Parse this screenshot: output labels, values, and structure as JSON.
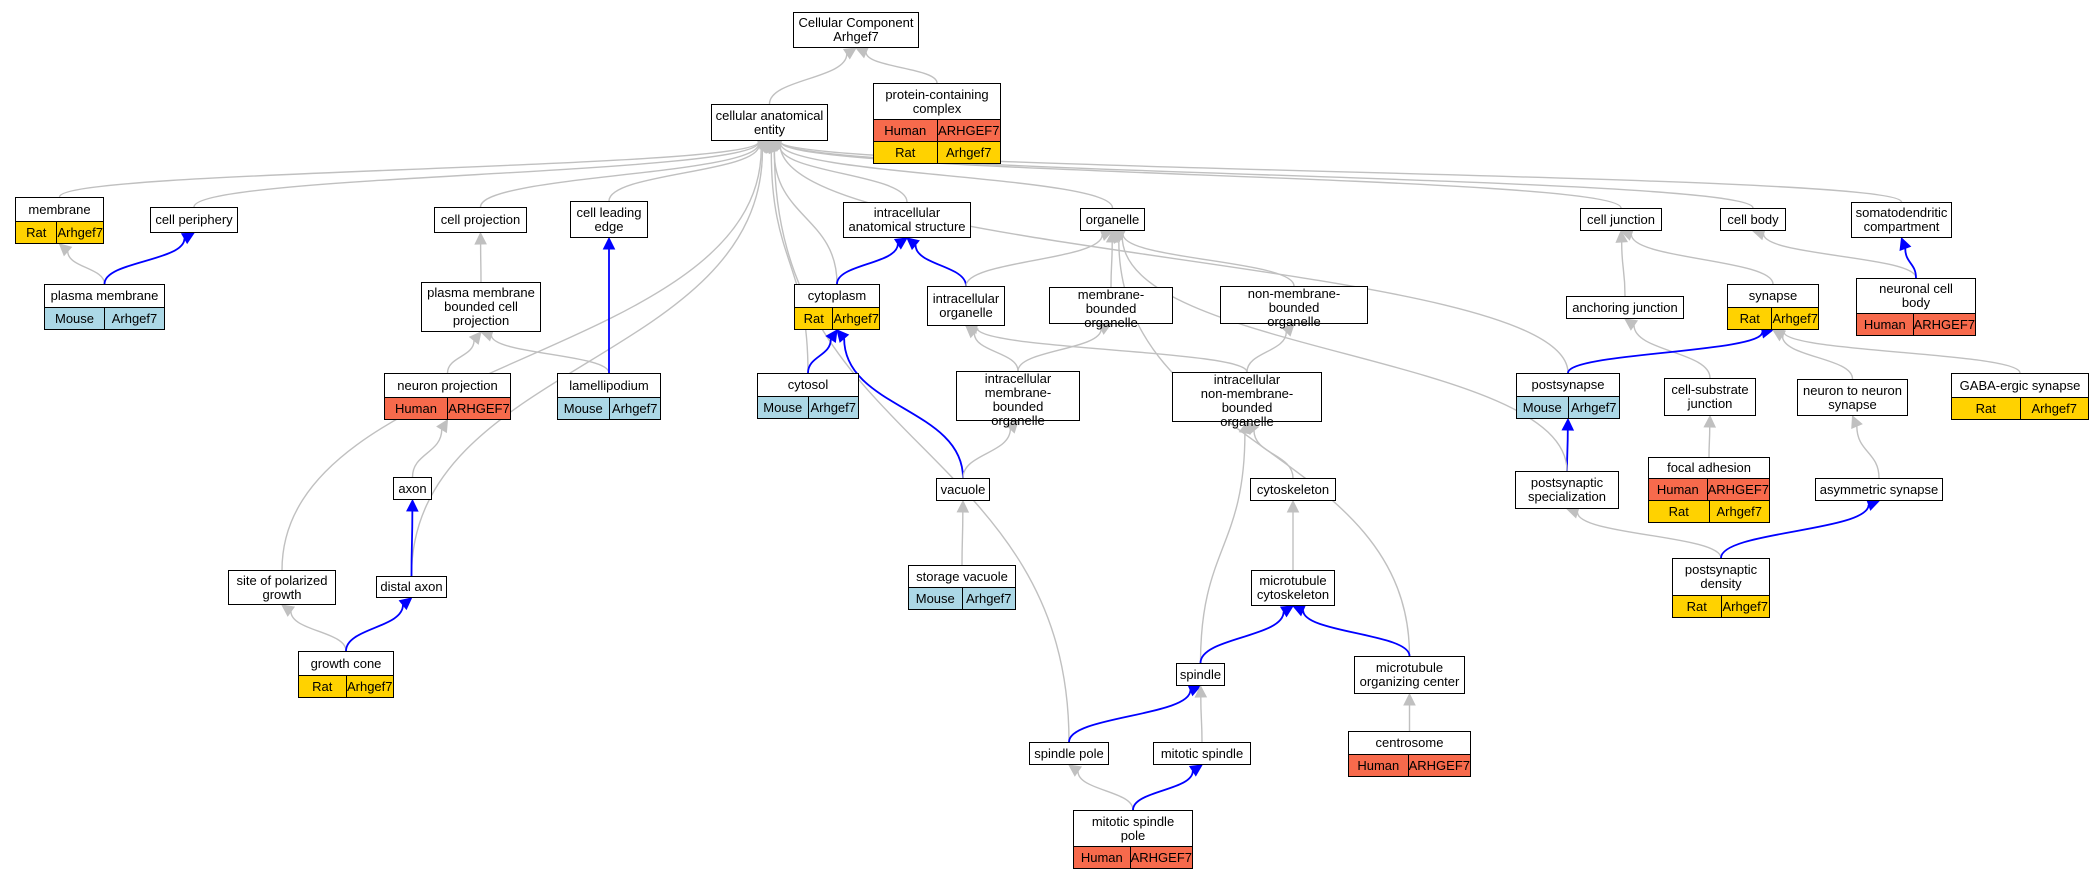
{
  "colors": {
    "is_a_edge": "#c0c0c0",
    "part_of_edge": "#0000ff",
    "Human": "#f76a4c",
    "Rat": "#ffd200",
    "Mouse": "#acd8e6"
  },
  "nodes": [
    {
      "id": "cellular_component",
      "label": "Cellular Component\nArhgef7",
      "rows": []
    },
    {
      "id": "protein_containing_complex",
      "label": "protein-containing\ncomplex",
      "rows": [
        {
          "species": "Human",
          "gene": "ARHGEF7"
        },
        {
          "species": "Rat",
          "gene": "Arhgef7"
        }
      ]
    },
    {
      "id": "cellular_anatomical_entity",
      "label": "cellular anatomical\nentity",
      "rows": []
    },
    {
      "id": "membrane",
      "label": "membrane",
      "rows": [
        {
          "species": "Rat",
          "gene": "Arhgef7"
        }
      ]
    },
    {
      "id": "cell_periphery",
      "label": "cell periphery",
      "rows": []
    },
    {
      "id": "plasma_membrane",
      "label": "plasma membrane",
      "rows": [
        {
          "species": "Mouse",
          "gene": "Arhgef7"
        }
      ]
    },
    {
      "id": "cell_projection",
      "label": "cell projection",
      "rows": []
    },
    {
      "id": "pm_bounded_cell_projection",
      "label": "plasma membrane\nbounded cell\nprojection",
      "rows": []
    },
    {
      "id": "neuron_projection",
      "label": "neuron projection",
      "rows": [
        {
          "species": "Human",
          "gene": "ARHGEF7"
        }
      ]
    },
    {
      "id": "cell_leading_edge",
      "label": "cell leading\nedge",
      "rows": []
    },
    {
      "id": "lamellipodium",
      "label": "lamellipodium",
      "rows": [
        {
          "species": "Mouse",
          "gene": "Arhgef7"
        }
      ]
    },
    {
      "id": "axon",
      "label": "axon",
      "rows": []
    },
    {
      "id": "distal_axon",
      "label": "distal axon",
      "rows": []
    },
    {
      "id": "site_polarized_growth",
      "label": "site of polarized\ngrowth",
      "rows": []
    },
    {
      "id": "growth_cone",
      "label": "growth cone",
      "rows": [
        {
          "species": "Rat",
          "gene": "Arhgef7"
        }
      ]
    },
    {
      "id": "intracellular_anatomical_structure",
      "label": "intracellular\nanatomical structure",
      "rows": []
    },
    {
      "id": "cytoplasm",
      "label": "cytoplasm",
      "rows": [
        {
          "species": "Rat",
          "gene": "Arhgef7"
        }
      ]
    },
    {
      "id": "cytosol",
      "label": "cytosol",
      "rows": [
        {
          "species": "Mouse",
          "gene": "Arhgef7"
        }
      ]
    },
    {
      "id": "organelle",
      "label": "organelle",
      "rows": []
    },
    {
      "id": "intracellular_organelle",
      "label": "intracellular\norganelle",
      "rows": []
    },
    {
      "id": "membrane_bounded_organelle",
      "label": "membrane-bounded\norganelle",
      "rows": []
    },
    {
      "id": "non_membrane_bounded_organelle",
      "label": "non-membrane-bounded\norganelle",
      "rows": []
    },
    {
      "id": "intracellular_mb_organelle",
      "label": "intracellular\nmembrane-bounded\norganelle",
      "rows": []
    },
    {
      "id": "intracellular_nmb_organelle",
      "label": "intracellular\nnon-membrane-bounded\norganelle",
      "rows": []
    },
    {
      "id": "vacuole",
      "label": "vacuole",
      "rows": []
    },
    {
      "id": "storage_vacuole",
      "label": "storage vacuole",
      "rows": [
        {
          "species": "Mouse",
          "gene": "Arhgef7"
        }
      ]
    },
    {
      "id": "cytoskeleton",
      "label": "cytoskeleton",
      "rows": []
    },
    {
      "id": "microtubule_cytoskeleton",
      "label": "microtubule\ncytoskeleton",
      "rows": []
    },
    {
      "id": "spindle",
      "label": "spindle",
      "rows": []
    },
    {
      "id": "mtoc",
      "label": "microtubule\norganizing center",
      "rows": []
    },
    {
      "id": "centrosome",
      "label": "centrosome",
      "rows": [
        {
          "species": "Human",
          "gene": "ARHGEF7"
        }
      ]
    },
    {
      "id": "spindle_pole",
      "label": "spindle pole",
      "rows": []
    },
    {
      "id": "mitotic_spindle",
      "label": "mitotic spindle",
      "rows": []
    },
    {
      "id": "mitotic_spindle_pole",
      "label": "mitotic spindle\npole",
      "rows": [
        {
          "species": "Human",
          "gene": "ARHGEF7"
        }
      ]
    },
    {
      "id": "cell_junction",
      "label": "cell junction",
      "rows": []
    },
    {
      "id": "anchoring_junction",
      "label": "anchoring junction",
      "rows": []
    },
    {
      "id": "cell_substrate_junction",
      "label": "cell-substrate\njunction",
      "rows": []
    },
    {
      "id": "focal_adhesion",
      "label": "focal adhesion",
      "rows": [
        {
          "species": "Human",
          "gene": "ARHGEF7"
        },
        {
          "species": "Rat",
          "gene": "Arhgef7"
        }
      ]
    },
    {
      "id": "cell_body",
      "label": "cell body",
      "rows": []
    },
    {
      "id": "somatodendritic_compartment",
      "label": "somatodendritic\ncompartment",
      "rows": []
    },
    {
      "id": "neuronal_cell_body",
      "label": "neuronal cell\nbody",
      "rows": [
        {
          "species": "Human",
          "gene": "ARHGEF7"
        }
      ]
    },
    {
      "id": "synapse",
      "label": "synapse",
      "rows": [
        {
          "species": "Rat",
          "gene": "Arhgef7"
        }
      ]
    },
    {
      "id": "postsynapse",
      "label": "postsynapse",
      "rows": [
        {
          "species": "Mouse",
          "gene": "Arhgef7"
        }
      ]
    },
    {
      "id": "postsynaptic_specialization",
      "label": "postsynaptic\nspecialization",
      "rows": []
    },
    {
      "id": "neuron_to_neuron_synapse",
      "label": "neuron to neuron\nsynapse",
      "rows": []
    },
    {
      "id": "asymmetric_synapse",
      "label": "asymmetric synapse",
      "rows": []
    },
    {
      "id": "postsynaptic_density",
      "label": "postsynaptic\ndensity",
      "rows": [
        {
          "species": "Rat",
          "gene": "Arhgef7"
        }
      ]
    },
    {
      "id": "gaba_ergic_synapse",
      "label": "GABA-ergic synapse",
      "rows": [
        {
          "species": "Rat",
          "gene": "Arhgef7"
        }
      ]
    }
  ],
  "edges": [
    {
      "from": "cellular_anatomical_entity",
      "to": "cellular_component",
      "type": "is_a"
    },
    {
      "from": "protein_containing_complex",
      "to": "cellular_component",
      "type": "is_a"
    },
    {
      "from": "membrane",
      "to": "cellular_anatomical_entity",
      "type": "is_a"
    },
    {
      "from": "cell_periphery",
      "to": "cellular_anatomical_entity",
      "type": "is_a"
    },
    {
      "from": "cell_projection",
      "to": "cellular_anatomical_entity",
      "type": "is_a"
    },
    {
      "from": "cell_leading_edge",
      "to": "cellular_anatomical_entity",
      "type": "is_a"
    },
    {
      "from": "intracellular_anatomical_structure",
      "to": "cellular_anatomical_entity",
      "type": "is_a"
    },
    {
      "from": "organelle",
      "to": "cellular_anatomical_entity",
      "type": "is_a"
    },
    {
      "from": "cell_junction",
      "to": "cellular_anatomical_entity",
      "type": "is_a"
    },
    {
      "from": "cell_body",
      "to": "cellular_anatomical_entity",
      "type": "is_a"
    },
    {
      "from": "somatodendritic_compartment",
      "to": "cellular_anatomical_entity",
      "type": "is_a"
    },
    {
      "from": "cytoplasm",
      "to": "cellular_anatomical_entity",
      "type": "is_a"
    },
    {
      "from": "cytosol",
      "to": "cellular_anatomical_entity",
      "type": "is_a"
    },
    {
      "from": "site_polarized_growth",
      "to": "cellular_anatomical_entity",
      "type": "is_a"
    },
    {
      "from": "distal_axon",
      "to": "cellular_anatomical_entity",
      "type": "is_a"
    },
    {
      "from": "postsynapse",
      "to": "cellular_anatomical_entity",
      "type": "is_a"
    },
    {
      "from": "spindle_pole",
      "to": "cellular_anatomical_entity",
      "type": "is_a"
    },
    {
      "from": "plasma_membrane",
      "to": "membrane",
      "type": "is_a"
    },
    {
      "from": "plasma_membrane",
      "to": "cell_periphery",
      "type": "part_of"
    },
    {
      "from": "pm_bounded_cell_projection",
      "to": "cell_projection",
      "type": "is_a"
    },
    {
      "from": "neuron_projection",
      "to": "pm_bounded_cell_projection",
      "type": "is_a"
    },
    {
      "from": "lamellipodium",
      "to": "pm_bounded_cell_projection",
      "type": "is_a"
    },
    {
      "from": "lamellipodium",
      "to": "cell_leading_edge",
      "type": "part_of"
    },
    {
      "from": "axon",
      "to": "neuron_projection",
      "type": "is_a"
    },
    {
      "from": "distal_axon",
      "to": "axon",
      "type": "part_of"
    },
    {
      "from": "growth_cone",
      "to": "site_polarized_growth",
      "type": "is_a"
    },
    {
      "from": "growth_cone",
      "to": "distal_axon",
      "type": "part_of"
    },
    {
      "from": "cytoplasm",
      "to": "intracellular_anatomical_structure",
      "type": "part_of"
    },
    {
      "from": "intracellular_organelle",
      "to": "intracellular_anatomical_structure",
      "type": "part_of"
    },
    {
      "from": "cytosol",
      "to": "cytoplasm",
      "type": "part_of"
    },
    {
      "from": "vacuole",
      "to": "cytoplasm",
      "type": "part_of"
    },
    {
      "from": "intracellular_organelle",
      "to": "organelle",
      "type": "is_a"
    },
    {
      "from": "membrane_bounded_organelle",
      "to": "organelle",
      "type": "is_a"
    },
    {
      "from": "non_membrane_bounded_organelle",
      "to": "organelle",
      "type": "is_a"
    },
    {
      "from": "mtoc",
      "to": "organelle",
      "type": "is_a"
    },
    {
      "from": "intracellular_mb_organelle",
      "to": "intracellular_organelle",
      "type": "is_a"
    },
    {
      "from": "intracellular_mb_organelle",
      "to": "membrane_bounded_organelle",
      "type": "is_a"
    },
    {
      "from": "intracellular_nmb_organelle",
      "to": "intracellular_organelle",
      "type": "is_a"
    },
    {
      "from": "intracellular_nmb_organelle",
      "to": "non_membrane_bounded_organelle",
      "type": "is_a"
    },
    {
      "from": "vacuole",
      "to": "intracellular_mb_organelle",
      "type": "is_a"
    },
    {
      "from": "storage_vacuole",
      "to": "vacuole",
      "type": "is_a"
    },
    {
      "from": "cytoskeleton",
      "to": "intracellular_nmb_organelle",
      "type": "is_a"
    },
    {
      "from": "spindle",
      "to": "intracellular_nmb_organelle",
      "type": "is_a"
    },
    {
      "from": "microtubule_cytoskeleton",
      "to": "cytoskeleton",
      "type": "is_a"
    },
    {
      "from": "spindle",
      "to": "microtubule_cytoskeleton",
      "type": "part_of"
    },
    {
      "from": "mtoc",
      "to": "microtubule_cytoskeleton",
      "type": "part_of"
    },
    {
      "from": "centrosome",
      "to": "mtoc",
      "type": "is_a"
    },
    {
      "from": "spindle_pole",
      "to": "spindle",
      "type": "part_of"
    },
    {
      "from": "mitotic_spindle",
      "to": "spindle",
      "type": "is_a"
    },
    {
      "from": "mitotic_spindle_pole",
      "to": "spindle_pole",
      "type": "is_a"
    },
    {
      "from": "mitotic_spindle_pole",
      "to": "mitotic_spindle",
      "type": "part_of"
    },
    {
      "from": "anchoring_junction",
      "to": "cell_junction",
      "type": "is_a"
    },
    {
      "from": "synapse",
      "to": "cell_junction",
      "type": "is_a"
    },
    {
      "from": "cell_substrate_junction",
      "to": "anchoring_junction",
      "type": "is_a"
    },
    {
      "from": "focal_adhesion",
      "to": "cell_substrate_junction",
      "type": "is_a"
    },
    {
      "from": "neuronal_cell_body",
      "to": "cell_body",
      "type": "is_a"
    },
    {
      "from": "neuronal_cell_body",
      "to": "somatodendritic_compartment",
      "type": "part_of"
    },
    {
      "from": "postsynapse",
      "to": "synapse",
      "type": "part_of"
    },
    {
      "from": "neuron_to_neuron_synapse",
      "to": "synapse",
      "type": "is_a"
    },
    {
      "from": "gaba_ergic_synapse",
      "to": "synapse",
      "type": "is_a"
    },
    {
      "from": "postsynaptic_specialization",
      "to": "postsynapse",
      "type": "part_of"
    },
    {
      "from": "postsynaptic_specialization",
      "to": "organelle",
      "type": "is_a"
    },
    {
      "from": "asymmetric_synapse",
      "to": "neuron_to_neuron_synapse",
      "type": "is_a"
    },
    {
      "from": "postsynaptic_density",
      "to": "postsynaptic_specialization",
      "type": "is_a"
    },
    {
      "from": "postsynaptic_density",
      "to": "asymmetric_synapse",
      "type": "part_of"
    }
  ]
}
